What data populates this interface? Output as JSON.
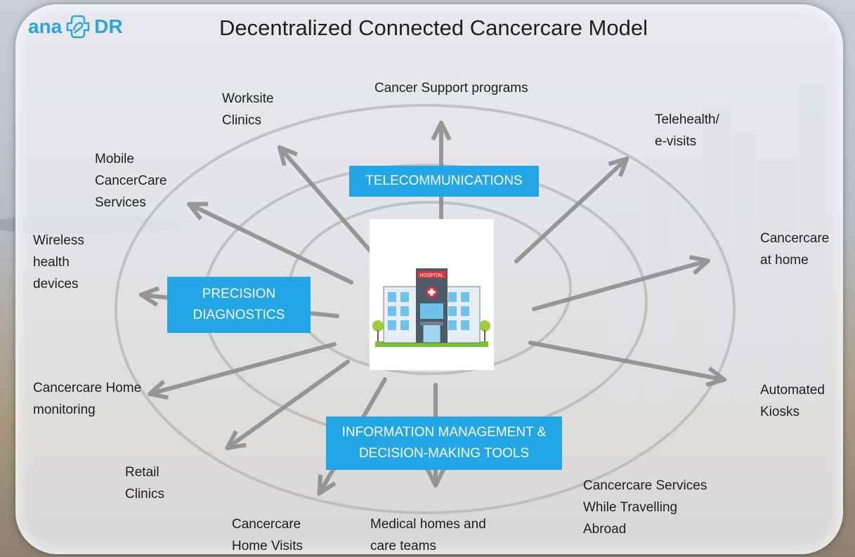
{
  "logo": {
    "part1": "ana",
    "part2": "DR"
  },
  "title": "Decentralized Connected Cancercare Model",
  "center": {
    "sign": "HOSPITAL"
  },
  "boxes": {
    "telecom": "TELECOMMUNICATIONS",
    "precision": {
      "line1": "PRECISION",
      "line2": "DIAGNOSTICS"
    },
    "info": {
      "line1": "INFORMATION MANAGEMENT &",
      "line2": "DECISION-MAKING TOOLS"
    }
  },
  "nodes": {
    "worksite": {
      "line1": "Worksite",
      "line2": "Clinics"
    },
    "support": {
      "line1": "Cancer Support programs"
    },
    "telehealth": {
      "line1": "Telehealth/",
      "line2": "e-visits"
    },
    "mobile": {
      "line1": "Mobile",
      "line2": "CancerCare",
      "line3": "Services"
    },
    "wireless": {
      "line1": "Wireless",
      "line2": "health",
      "line3": "devices"
    },
    "athome": {
      "line1": "Cancercare",
      "line2": "at home"
    },
    "homemon": {
      "line1": "Cancercare Home",
      "line2": "monitoring"
    },
    "kiosks": {
      "line1": "Automated",
      "line2": "Kiosks"
    },
    "retail": {
      "line1": "Retail",
      "line2": "Clinics"
    },
    "travel": {
      "line1": "Cancercare Services",
      "line2": "While Travelling",
      "line3": "Abroad"
    },
    "homevisits": {
      "line1": "Cancercare",
      "line2": "Home Visits"
    },
    "medhomes": {
      "line1": "Medical homes and",
      "line2": "care teams"
    }
  },
  "colors": {
    "box": "#22a6e6",
    "arrow": "#8e8e8e",
    "logo": "#2aa6dc"
  }
}
